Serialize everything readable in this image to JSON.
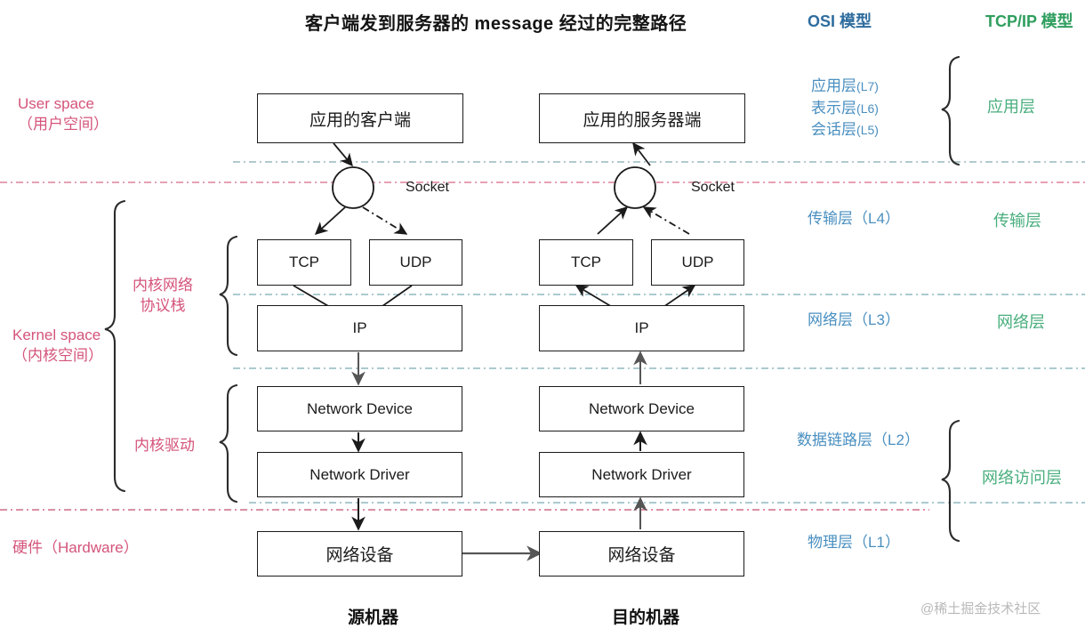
{
  "title": "客户端发到服务器的 message 经过的完整路径",
  "headers": {
    "osi": "OSI 模型",
    "tcpip": "TCP/IP 模型"
  },
  "left_labels": {
    "user_space_en": "User space",
    "user_space_cn": "（用户空间）",
    "kernel_space_en": "Kernel space",
    "kernel_space_cn": "（内核空间）",
    "hardware": "硬件（Hardware）",
    "protocol_stack_l1": "内核网络",
    "protocol_stack_l2": "协议栈",
    "kernel_driver": "内核驱动"
  },
  "osi_layers": {
    "l7": "应用层",
    "l7_tag": "(L7)",
    "l6": "表示层",
    "l6_tag": "(L6)",
    "l5": "会话层",
    "l5_tag": "(L5)",
    "l4": "传输层（L4）",
    "l3": "网络层（L3）",
    "l2": "数据链路层（L2）",
    "l1": "物理层（L1）"
  },
  "tcpip_layers": {
    "application": "应用层",
    "transport": "传输层",
    "internet": "网络层",
    "network_access": "网络访问层"
  },
  "client": {
    "app": "应用的客户端",
    "socket": "Socket",
    "tcp": "TCP",
    "udp": "UDP",
    "ip": "IP",
    "net_device": "Network Device",
    "net_driver": "Network Driver",
    "hardware": "网络设备",
    "machine": "源机器"
  },
  "server": {
    "app": "应用的服务器端",
    "socket": "Socket",
    "tcp": "TCP",
    "udp": "UDP",
    "ip": "IP",
    "net_device": "Network Device",
    "net_driver": "Network Driver",
    "hardware": "网络设备",
    "machine": "目的机器"
  },
  "watermark": "@稀土掘金技术社区",
  "colors": {
    "osi_header": "#2f6d9e",
    "tcpip_header": "#2f9e5e",
    "osi_label": "#4a8fc0",
    "tcpip_label": "#49ae7d",
    "left_label": "#d4547a",
    "divider_pink": "#e08098",
    "divider_teal": "#8fb9bf",
    "box_border": "#1b1b1b",
    "arrow": "#555555"
  }
}
